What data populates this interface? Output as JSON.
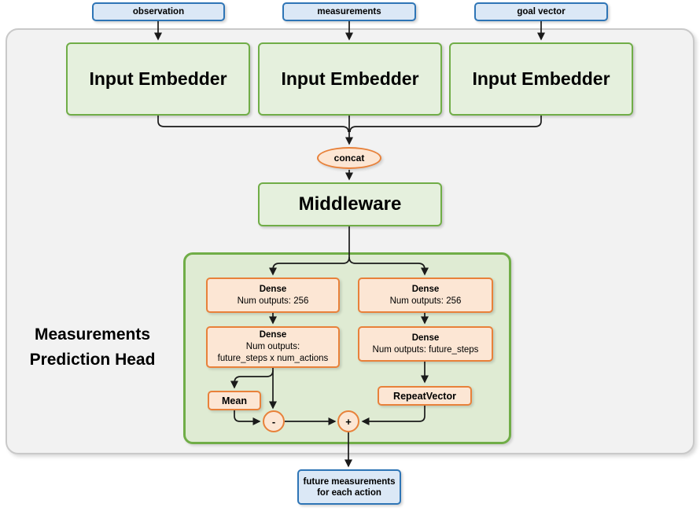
{
  "diagram": {
    "inputs": [
      {
        "label": "observation"
      },
      {
        "label": "measurements"
      },
      {
        "label": "goal vector"
      }
    ],
    "embedders": [
      {
        "label": "Input Embedder"
      },
      {
        "label": "Input Embedder"
      },
      {
        "label": "Input Embedder"
      }
    ],
    "concat": {
      "label": "concat"
    },
    "middleware": {
      "label": "Middleware"
    },
    "head": {
      "title_line1": "Measurements",
      "title_line2": "Prediction Head",
      "dense_l1": {
        "title": "Dense",
        "sub": "Num outputs: 256"
      },
      "dense_r1": {
        "title": "Dense",
        "sub": "Num outputs: 256"
      },
      "dense_l2": {
        "title": "Dense",
        "sub1": "Num outputs:",
        "sub2": "future_steps x num_actions"
      },
      "dense_r2": {
        "title": "Dense",
        "sub": "Num outputs: future_steps"
      },
      "mean_label": "Mean",
      "repeat_label": "RepeatVector",
      "minus_label": "-",
      "plus_label": "+"
    },
    "output": {
      "line1": "future measurements",
      "line2": "for each action"
    },
    "colors": {
      "green_border": "#70ad47",
      "green_fill": "#e5f0dd",
      "head_container_fill": "#dfebd3",
      "orange_border": "#e8813a",
      "orange_fill": "#fce6d4",
      "blue_border": "#2e75b6",
      "blue_fill": "#dbe8f6",
      "panel_fill": "#f2f2f2",
      "panel_border": "#c9c9c9",
      "line_color": "#1a1a1a"
    }
  }
}
